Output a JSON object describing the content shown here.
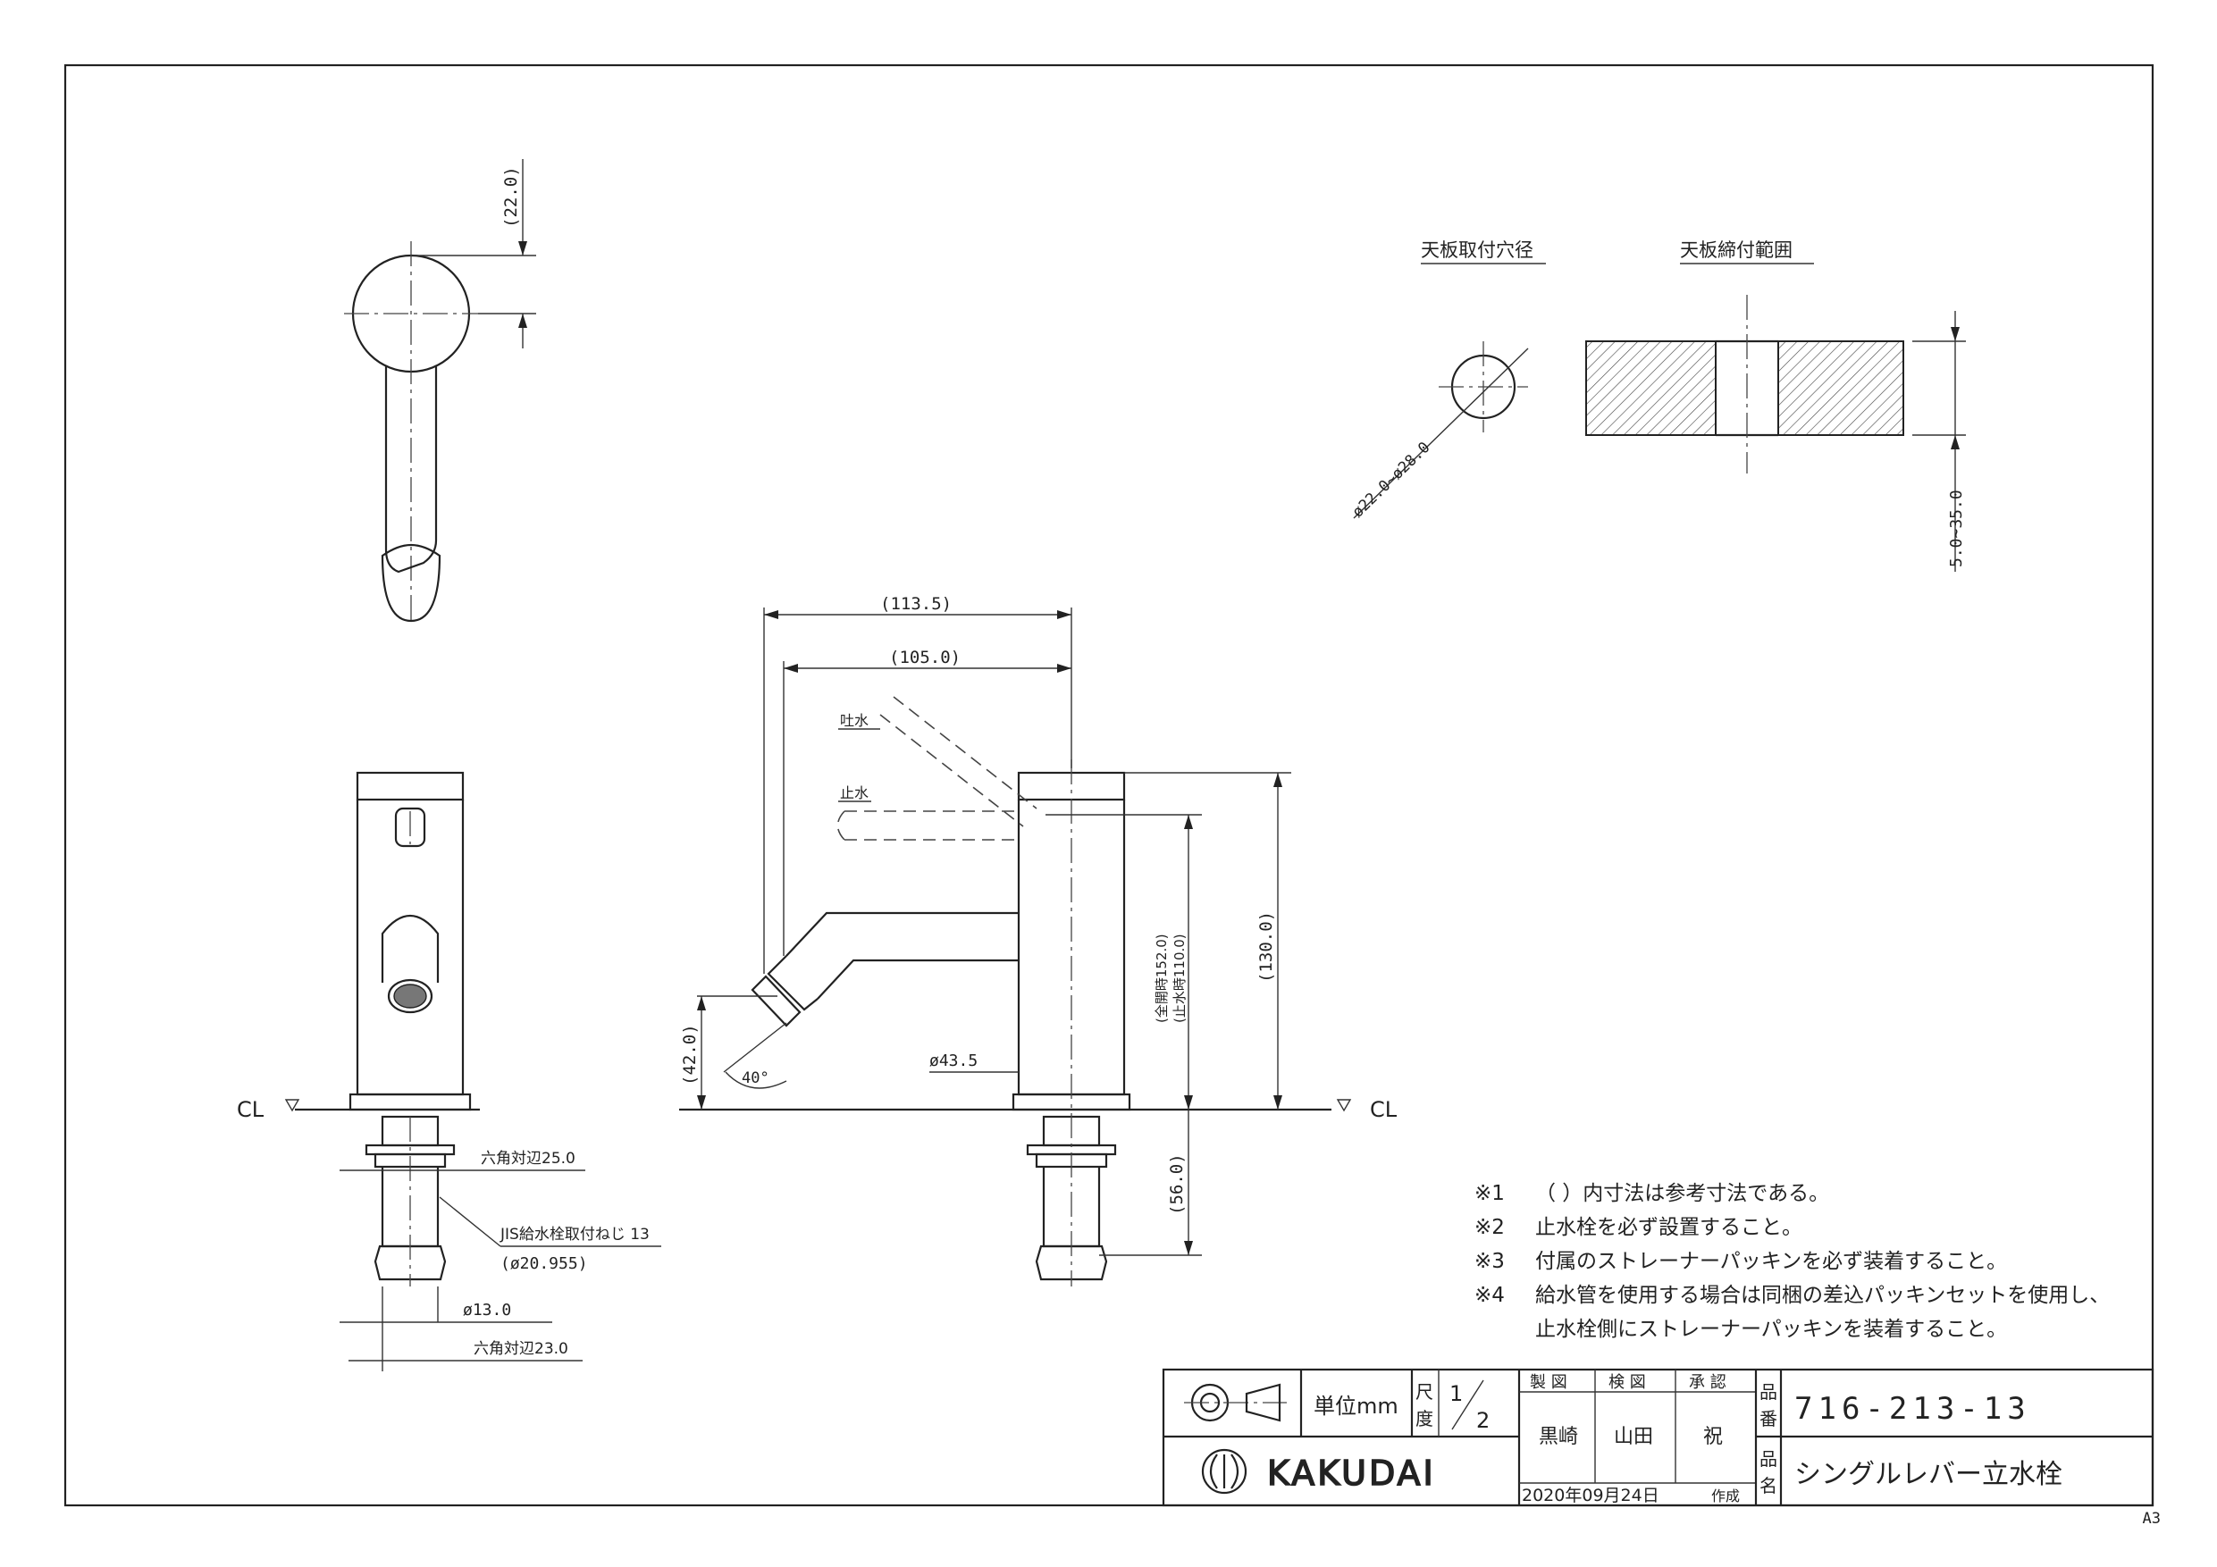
{
  "sheet": {
    "size_label": "A3"
  },
  "dimensions": {
    "top_handle_height": "(22.0)",
    "overall_reach": "(113.5)",
    "spout_reach": "(105.0)",
    "total_height": "(130.0)",
    "spout_drop": "(42.0)",
    "spout_angle": "40°",
    "body_dia": "ø43.5",
    "handle_height": "(全開時152.0)",
    "handle_height_stop": "(止水時110.0)",
    "below_deck": "(56.0)",
    "hex_top": "六角対辺25.0",
    "thread": "JIS給水栓取付ねじ 13",
    "thread_dia": "(ø20.955)",
    "pipe_dia": "ø13.0",
    "hex_bottom": "六角対辺23.0",
    "hole_dia": "ø22.0~ø28.0",
    "deck_thickness": "5.0~35.0"
  },
  "labels": {
    "cl_left": "CL",
    "cl_right": "CL",
    "spout_on": "吐水",
    "spout_off": "止水",
    "hole_title": "天板取付穴径",
    "deck_title": "天板締付範囲"
  },
  "notes": [
    {
      "mark": "※1",
      "text": "（ ）内寸法は参考寸法である。"
    },
    {
      "mark": "※2",
      "text": "止水栓を必ず設置すること。"
    },
    {
      "mark": "※3",
      "text": "付属のストレーナーパッキンを必ず装着すること。"
    },
    {
      "mark": "※4",
      "text": "給水管を使用する場合は同梱の差込パッキンセットを使用し、"
    },
    {
      "mark": "",
      "text": "止水栓側にストレーナーパッキンを装着すること。"
    }
  ],
  "title_block": {
    "unit_label": "単位mm",
    "scale_label_1": "尺",
    "scale_label_2": "度",
    "scale_num": "1",
    "scale_den": "2",
    "h_drawn": "製 図",
    "h_checked": "検 図",
    "h_approved": "承 認",
    "v_drawn": "黒崎",
    "v_checked": "山田",
    "v_approved": "祝",
    "part_no_label_1": "品",
    "part_no_label_2": "番",
    "part_no": "716-213-13",
    "name_label_1": "品",
    "name_label_2": "名",
    "part_name": "シングルレバー立水栓",
    "date": "2020年09月24日",
    "created": "作成",
    "brand": "KAKUDAI"
  }
}
